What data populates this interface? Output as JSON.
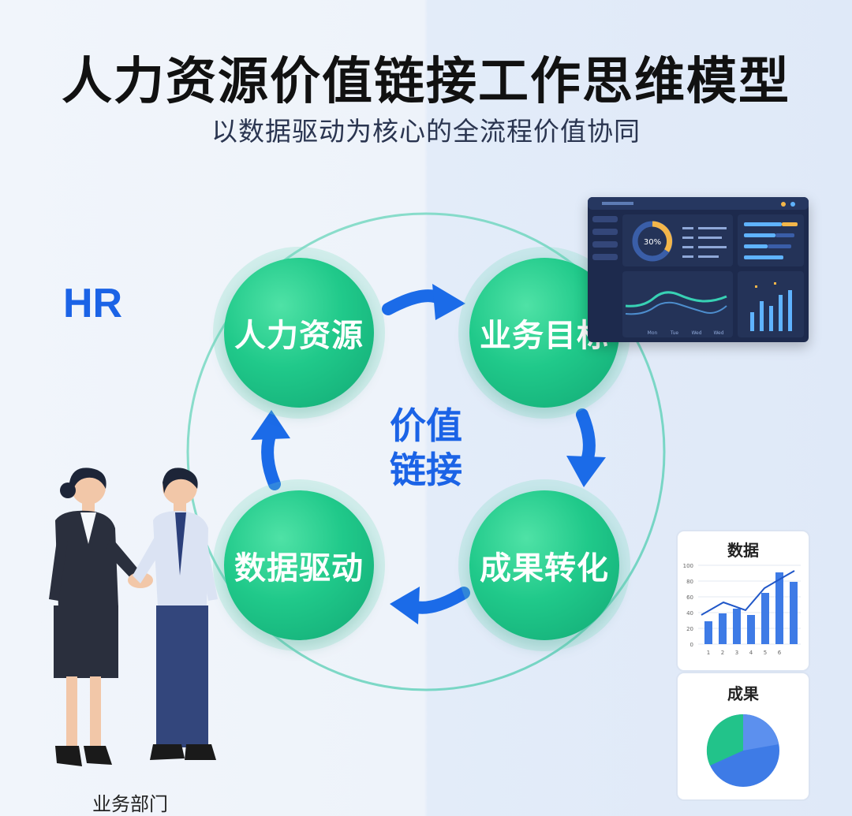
{
  "title": "人力资源价值链接工作思维模型",
  "subtitle": "以数据驱动为核心的全流程价值协同",
  "left_label": "HR",
  "bottom_left_label": "业务部门",
  "center_label_line1": "价值",
  "center_label_line2": "链接",
  "nodes": [
    "人力资源",
    "业务目标",
    "成果转化",
    "数据驱动"
  ],
  "colors": {
    "accent_blue": "#1b63e6",
    "node_green": "#20c98a",
    "dashboard_navy": "#1d2a4d"
  },
  "dashboard": {
    "donut_label": "30%",
    "line_x_labels": [
      "Mon",
      "Tue",
      "Wed",
      "Wed"
    ]
  },
  "data_card": {
    "title": "数据",
    "y_ticks": [
      "100",
      "80",
      "60",
      "40",
      "20",
      "0"
    ],
    "x_ticks": [
      "1",
      "2",
      "3",
      "4",
      "5",
      "6"
    ]
  },
  "result_card": {
    "title": "成果"
  }
}
